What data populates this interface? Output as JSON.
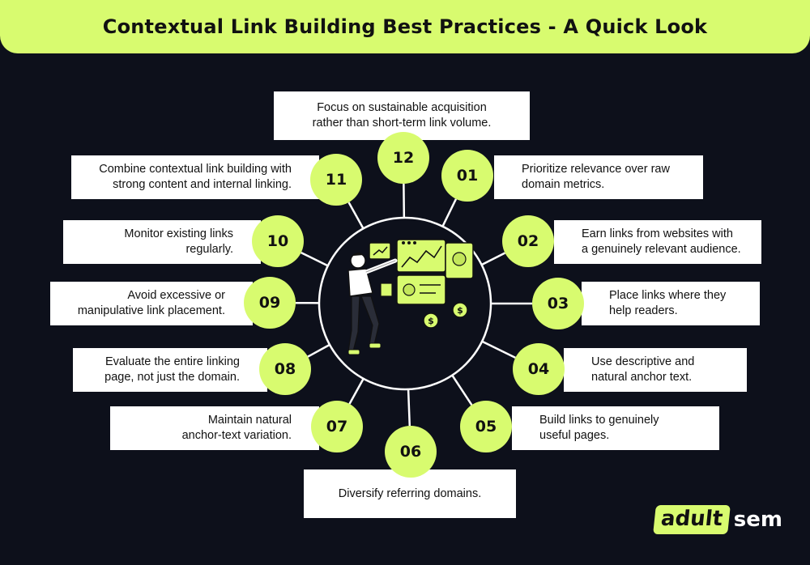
{
  "header": {
    "title": "Contextual Link Building Best Practices - A Quick Look"
  },
  "items": [
    {
      "number": "01",
      "lines": [
        "Prioritize relevance over raw",
        "domain metrics."
      ]
    },
    {
      "number": "02",
      "lines": [
        "Earn links from websites with",
        "a genuinely relevant audience."
      ]
    },
    {
      "number": "03",
      "lines": [
        "Place links where they",
        "help readers."
      ]
    },
    {
      "number": "04",
      "lines": [
        "Use descriptive and",
        "natural anchor text."
      ]
    },
    {
      "number": "05",
      "lines": [
        "Build links to genuinely",
        "useful pages."
      ]
    },
    {
      "number": "06",
      "lines": [
        "Diversify referring domains."
      ]
    },
    {
      "number": "07",
      "lines": [
        "Maintain natural",
        "anchor-text variation."
      ]
    },
    {
      "number": "08",
      "lines": [
        "Evaluate the entire linking",
        "page, not just the domain."
      ]
    },
    {
      "number": "09",
      "lines": [
        "Avoid excessive or",
        "manipulative link placement."
      ]
    },
    {
      "number": "10",
      "lines": [
        "Monitor existing links",
        "regularly."
      ]
    },
    {
      "number": "11",
      "lines": [
        "Combine contextual link building with",
        "strong content and internal linking."
      ]
    },
    {
      "number": "12",
      "lines": [
        "Focus on sustainable acquisition",
        "rather than short-term link volume."
      ]
    }
  ],
  "logo": {
    "part1": "adult",
    "part2": "sem"
  },
  "colors": {
    "accent": "#d8fb6f",
    "background": "#0d101b",
    "box": "#ffffff"
  },
  "illustration": {
    "icons": [
      "person-icon",
      "dashboard-icon",
      "chart-icon",
      "dollar-coin-icon",
      "arrow-up-icon"
    ]
  }
}
